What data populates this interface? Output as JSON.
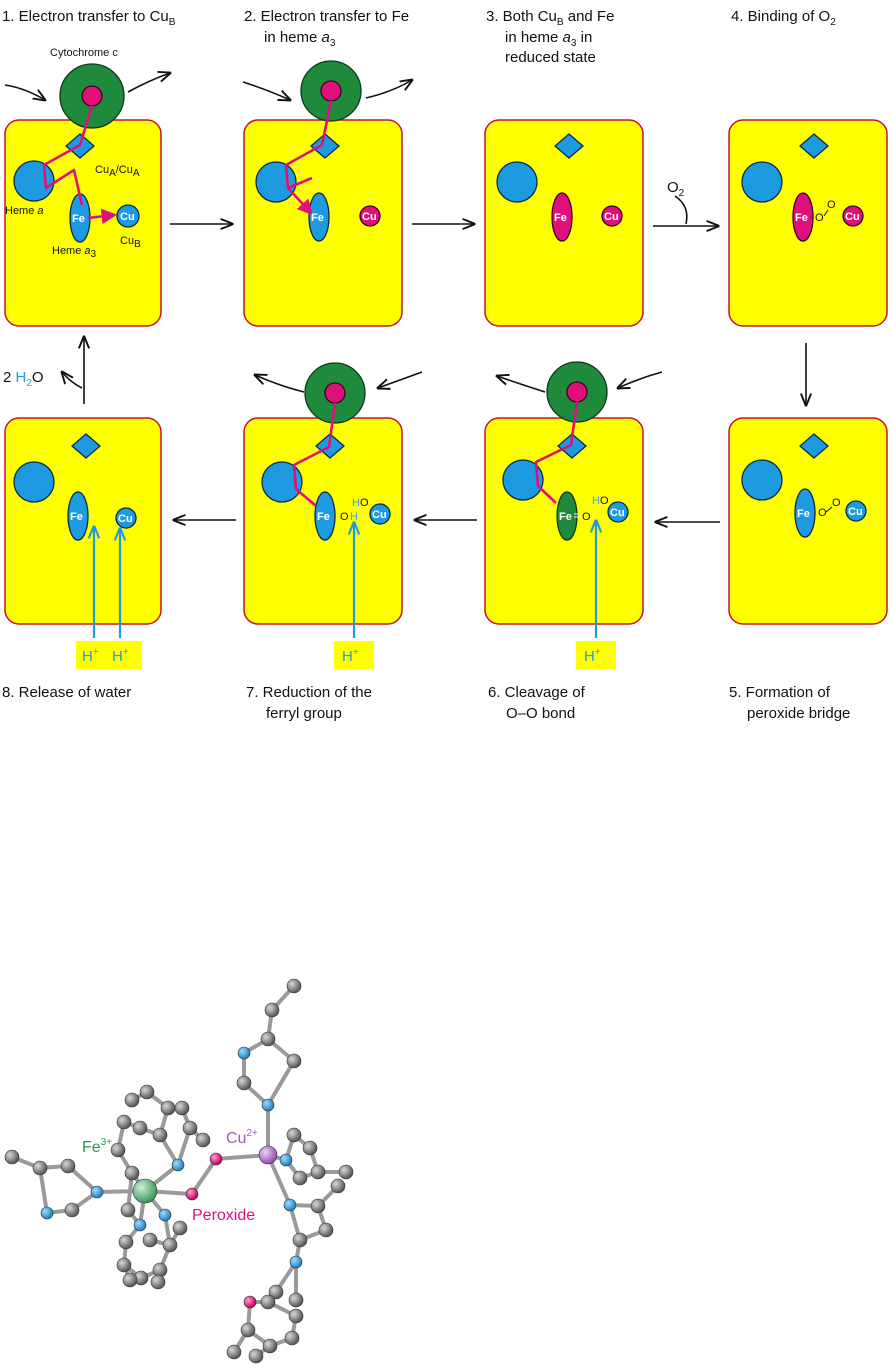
{
  "steps": {
    "s1": {
      "l1": "1. Electron transfer to Cu",
      "sub": "B"
    },
    "s2": {
      "l1": "2. Electron transfer to Fe",
      "l2": "in heme ",
      "l2i": "a",
      "l2s": "3"
    },
    "s3": {
      "l1": "3. Both Cu",
      "l1s": "B",
      "l1b": " and Fe",
      "l2": "in heme ",
      "l2i": "a",
      "l2s": "3",
      "l2b": " in",
      "l3": "reduced state"
    },
    "s4": {
      "l1": "4. Binding of O",
      "sub": "2"
    },
    "s5": {
      "l1": "5. Formation of",
      "l2": "peroxide bridge"
    },
    "s6": {
      "l1": "6. Cleavage of",
      "l2": "O–O bond"
    },
    "s7": {
      "l1": "7. Reduction of the",
      "l2": "ferryl group"
    },
    "s8": {
      "l1": "8. Release of water"
    }
  },
  "panel1": {
    "cytochrome": "Cytochrome c",
    "cua": "Cu",
    "cua_sub": "A",
    "cua_sep": "/Cu",
    "cua_sub2": "A",
    "heme_a": "Heme ",
    "heme_a_i": "a",
    "heme_a3": "Heme ",
    "heme_a3_i": "a",
    "heme_a3_s": "3",
    "cub": "Cu",
    "cub_sub": "B"
  },
  "atoms": {
    "fe": "Fe",
    "cu": "Cu",
    "o": "O",
    "h": "H"
  },
  "o2": {
    "label": "O",
    "sub": "2"
  },
  "water": {
    "prefix": "2 ",
    "h": "H",
    "sub": "2",
    "o": "O"
  },
  "protons": {
    "label": "H",
    "sup": "+"
  },
  "molecule": {
    "fe": "Fe",
    "fe_sup": "3+",
    "cu": "Cu",
    "cu_sup": "2+",
    "peroxide": "Peroxide"
  },
  "colors": {
    "membrane": "#ffff00",
    "membrane_border": "#c8102e",
    "center_blue": "#1e9be0",
    "center_reduced": "#e0107a",
    "cytochrome": "#1f8a3c",
    "ferryl": "#1f8a3c",
    "proton_track": "#1e9be0",
    "fe_atom": "#5cc47a",
    "cu_atom": "#b06ac8",
    "o_atom": "#e0107a",
    "n_atom": "#1e9be0",
    "c_atom": "#777777"
  }
}
